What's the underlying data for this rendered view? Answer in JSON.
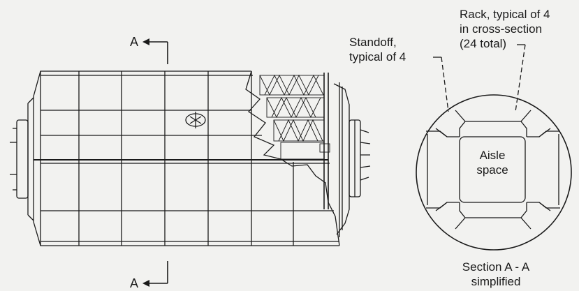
{
  "section_marker_top": "A",
  "section_marker_bottom": "A",
  "rack_label": [
    "Rack, typical of 4",
    "in cross-section",
    "(24 total)"
  ],
  "standoff_label": [
    "Standoff,",
    "typical of 4"
  ],
  "aisle_label": [
    "Aisle",
    "space"
  ],
  "caption": [
    "Section A - A",
    "simplified"
  ],
  "colors": {
    "line": "#1a1a1a",
    "background": "#f2f2f0"
  }
}
